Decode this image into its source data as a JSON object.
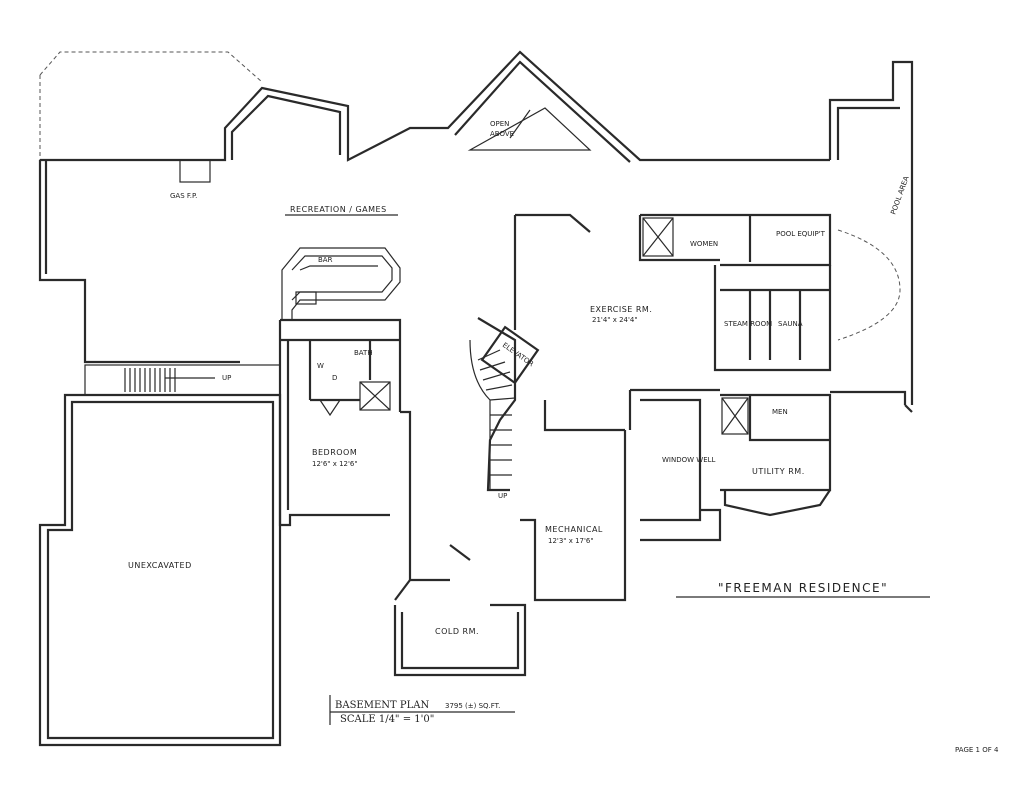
{
  "rooms": {
    "recreation": "RECREATION / GAMES",
    "bar": "BAR",
    "exercise": "EXERCISE RM.",
    "exercise_dim": "21'4\" x 24'4\"",
    "elevator": "ELEVATOR",
    "women": "WOMEN",
    "pool_equip": "POOL EQUIP'T",
    "steam": "STEAM ROOM",
    "sauna": "SAUNA",
    "bath": "BATH",
    "wd_w": "W",
    "wd_d": "D",
    "bedroom": "BEDROOM",
    "bedroom_dim": "12'6\" x 12'6\"",
    "window_well": "WINDOW WELL",
    "men": "MEN",
    "utility": "UTILITY RM.",
    "mechanical": "MECHANICAL",
    "mechanical_dim": "12'3\" x 17'6\"",
    "unexcavated": "UNEXCAVATED",
    "cold": "COLD RM.",
    "open_above_1": "OPEN",
    "open_above_2": "ABOVE",
    "gas_fp": "GAS F.P.",
    "pool_area": "POOL AREA",
    "up_1": "UP",
    "up_2": "UP"
  },
  "title_block": {
    "residence": "\"FREEMAN RESIDENCE\"",
    "plan_name": "BASEMENT PLAN",
    "sqft": "3795 (±) SQ.FT.",
    "scale": "SCALE 1/4\" = 1'0\"",
    "page": "PAGE 1 OF 4"
  }
}
